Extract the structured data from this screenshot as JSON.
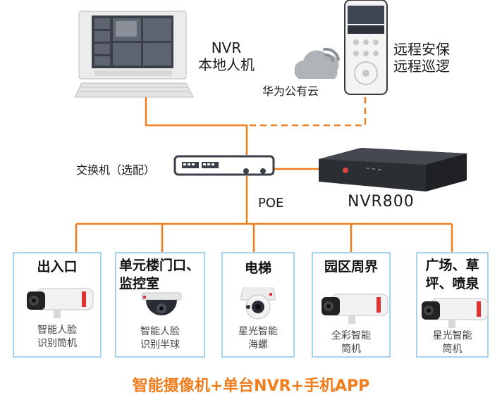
{
  "colors": {
    "wire": "#f07c1c",
    "card_border": "#a8d3ee",
    "title": "#f07c1c"
  },
  "labels": {
    "nvr_local": "NVR\n本地人机",
    "remote": "远程安保\n远程巡逻",
    "cloud": "华为公有云",
    "switch": "交换机（选配）",
    "poe": "POE",
    "nvr_model": "NVR800"
  },
  "devices": {
    "pc": "desktop-computer-icon",
    "phone": "smartphone-icon",
    "cloud": "cloud-wifi-icon",
    "switch": "network-switch-icon",
    "nvr": "nvr-recorder-icon"
  },
  "cameras": [
    {
      "title": "出入口",
      "desc": "智能人脸\n识别筒机",
      "icon": "bullet-camera-icon"
    },
    {
      "title": "单元楼门口、\n监控室",
      "desc": "智能人脸\n识别半球",
      "icon": "dome-camera-icon"
    },
    {
      "title": "电梯",
      "desc": "星光智能\n海螺",
      "icon": "turret-camera-icon"
    },
    {
      "title": "园区周界",
      "desc": "全彩智能\n筒机",
      "icon": "bullet-camera-icon"
    },
    {
      "title": "广场、草\n坪、喷泉",
      "desc": "星光智能\n筒机",
      "icon": "bullet-camera-icon"
    }
  ],
  "footer": "智能摄像机+单台NVR+手机APP"
}
